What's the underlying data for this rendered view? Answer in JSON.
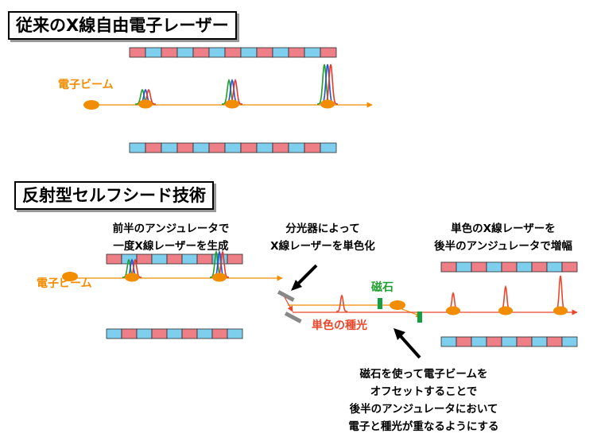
{
  "section1": {
    "title": "従来のX線自由電子レーザー",
    "beam_label": "電子ビーム"
  },
  "section2": {
    "title": "反射型セルフシード技術",
    "beam_label": "電子ビーム",
    "magnet_label": "磁石",
    "seed_label": "単色の種光",
    "caption_first_undulator": [
      "前半のアンジュレータで",
      "一度X線レーザーを生成"
    ],
    "caption_monochromator": [
      "分光器によって",
      "X線レーザーを単色化"
    ],
    "caption_amplify": [
      "単色のX線レーザーを",
      "後半のアンジュレータで増幅"
    ],
    "caption_magnet": [
      "磁石を使って電子ビームを",
      "オフセットすることで",
      "後半のアンジュレータにおいて",
      "電子と種光が重なるようにする"
    ]
  },
  "colors": {
    "undulator_blue": "#7ecfee",
    "undulator_red": "#ef7f86",
    "electron_orange": "#f28c00",
    "seed_red": "#e8472b",
    "magnet_green": "#14a03c",
    "pulse_green": "#1e9e2c",
    "pulse_blue": "#2b4fcf",
    "pulse_red": "#e53a2a"
  }
}
